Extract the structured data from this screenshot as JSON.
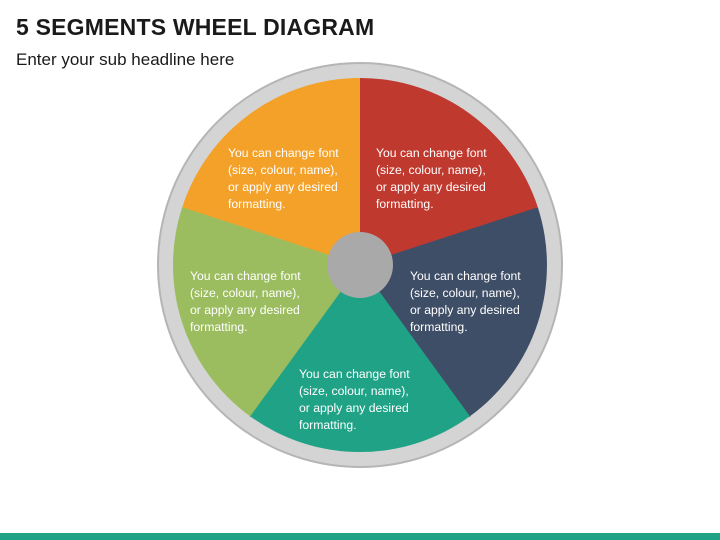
{
  "header": {
    "title": "5 SEGMENTS WHEEL DIAGRAM",
    "subtitle": "Enter your sub headline here"
  },
  "segments": [
    {
      "lines": [
        "You can change font",
        "(size, colour, name),",
        "or apply any desired",
        "formatting."
      ],
      "color": "#F4A12A"
    },
    {
      "lines": [
        "You can change font",
        "(size, colour, name),",
        "or apply any desired",
        "formatting."
      ],
      "color": "#C0392F"
    },
    {
      "lines": [
        "You can change font",
        "(size, colour, name),",
        "or apply any desired",
        "formatting."
      ],
      "color": "#3F4E67"
    },
    {
      "lines": [
        "You can change font",
        "(size, colour, name),",
        "or apply any desired",
        "formatting."
      ],
      "color": "#1FA285"
    },
    {
      "lines": [
        "You can change font",
        "(size, colour, name),",
        "or apply any desired",
        "formatting."
      ],
      "color": "#9BBD5F"
    }
  ],
  "colors": {
    "rim": "#D4D4D4",
    "rim_stroke": "#B5B5B5",
    "hub": "#A9A9A9",
    "bottom_bar": "#1FA285"
  }
}
